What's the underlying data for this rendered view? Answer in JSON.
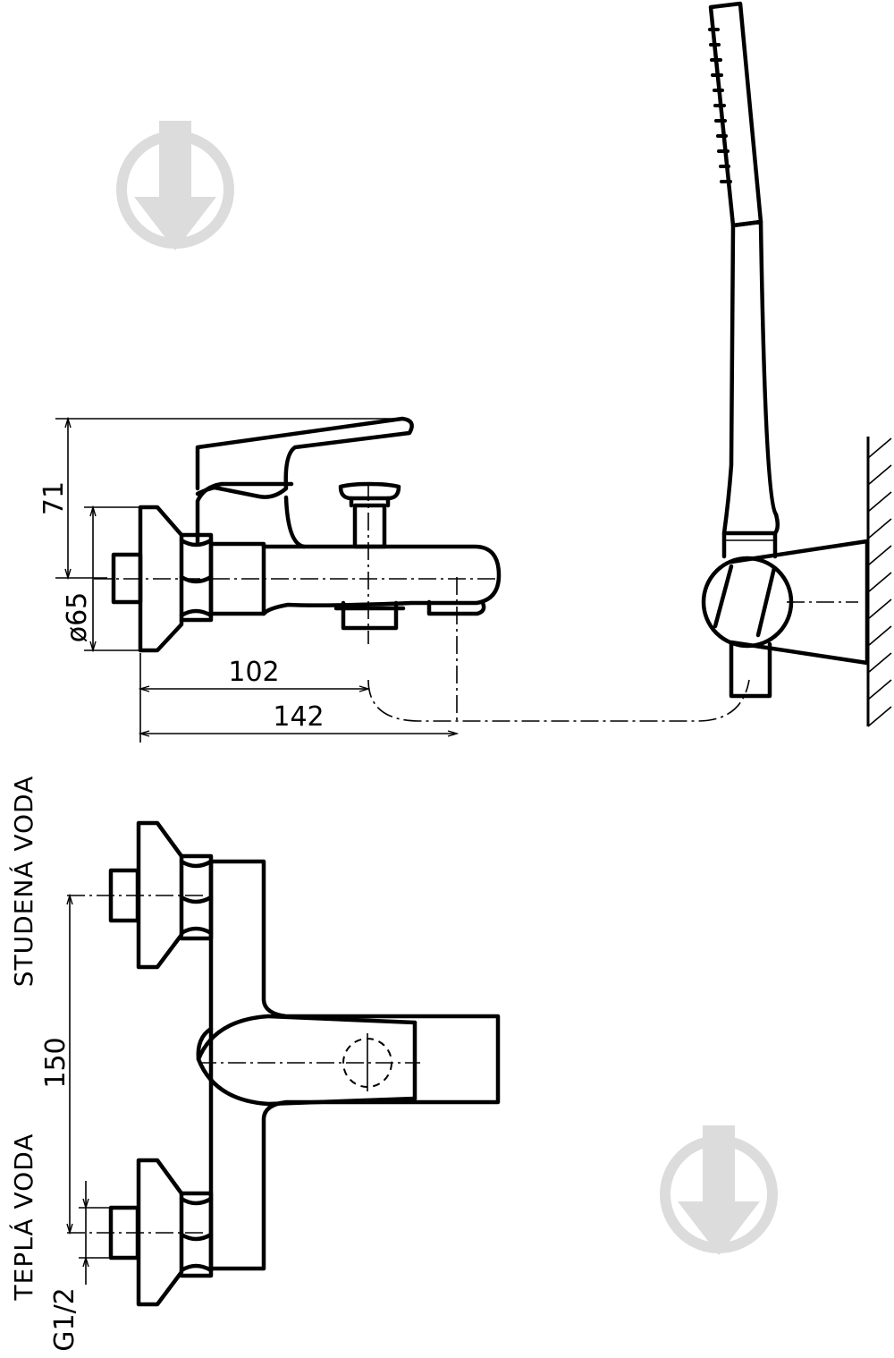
{
  "dimensions": {
    "height_71": "71",
    "rosette_dia_65": "ø65",
    "spout_102": "102",
    "spout_142": "142",
    "inlet_spacing_150": "150",
    "thread_g12": "G1/2"
  },
  "labels": {
    "cold_water": "STUDENÁ VODA",
    "hot_water": "TEPLÁ VODA"
  },
  "watermark": {
    "icon": "download-arrow-circle-icon",
    "color": "#dcdcdc"
  }
}
